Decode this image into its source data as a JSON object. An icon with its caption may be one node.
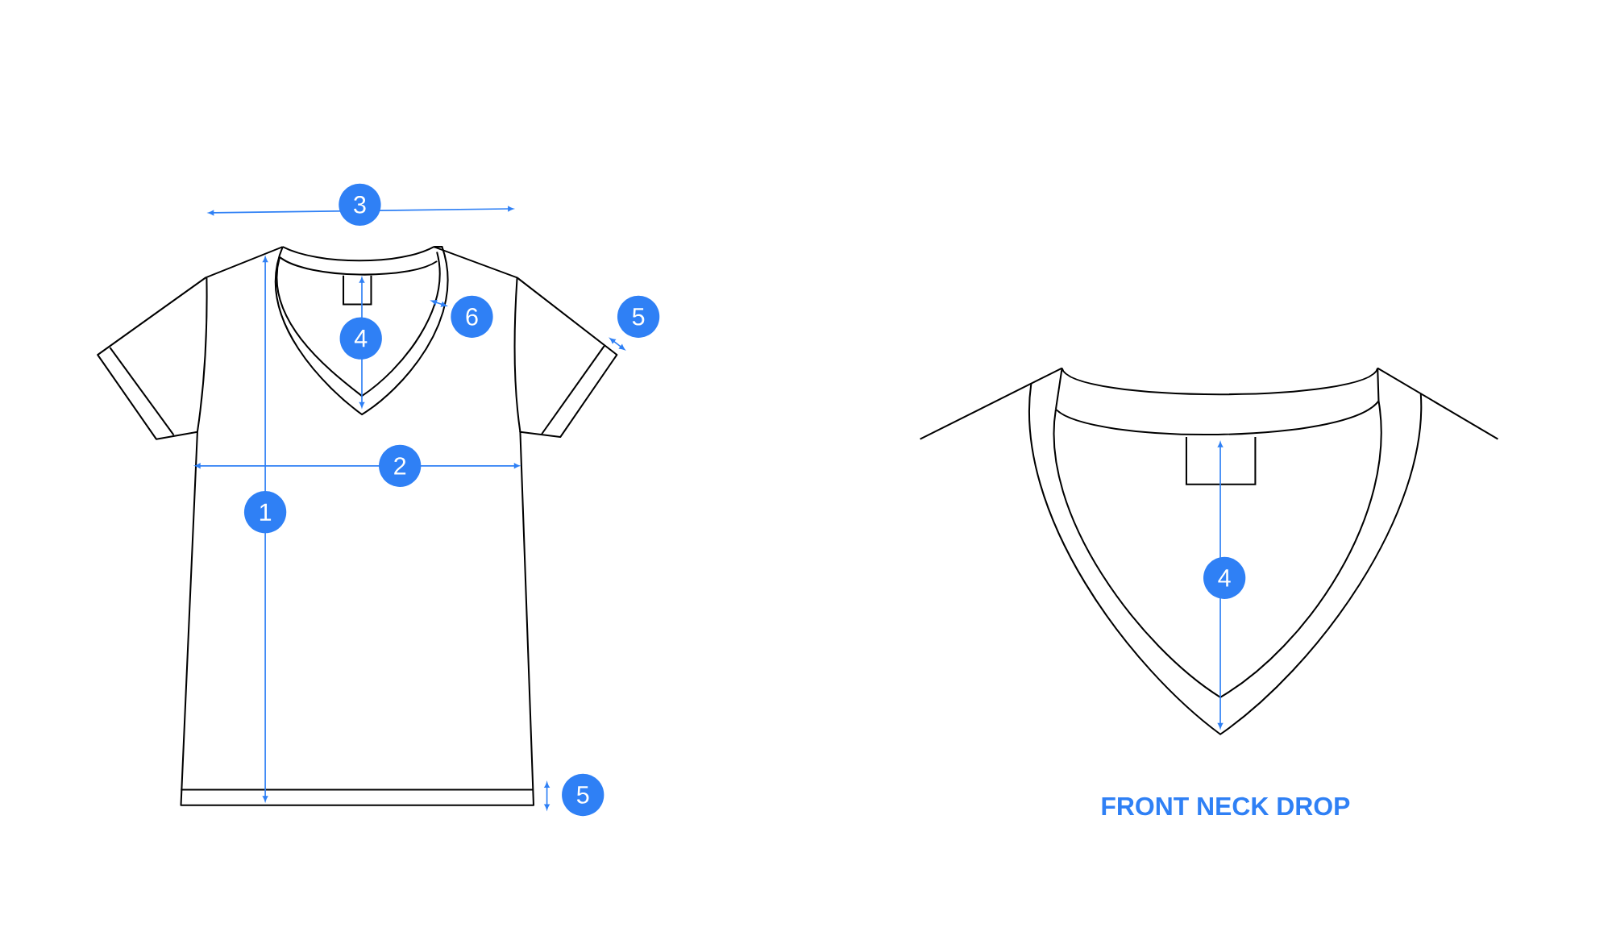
{
  "diagram": {
    "labels": [
      "3",
      "5",
      "6",
      "4",
      "2",
      "1",
      "4",
      "5",
      "FRONT NECK DROP"
    ]
  }
}
